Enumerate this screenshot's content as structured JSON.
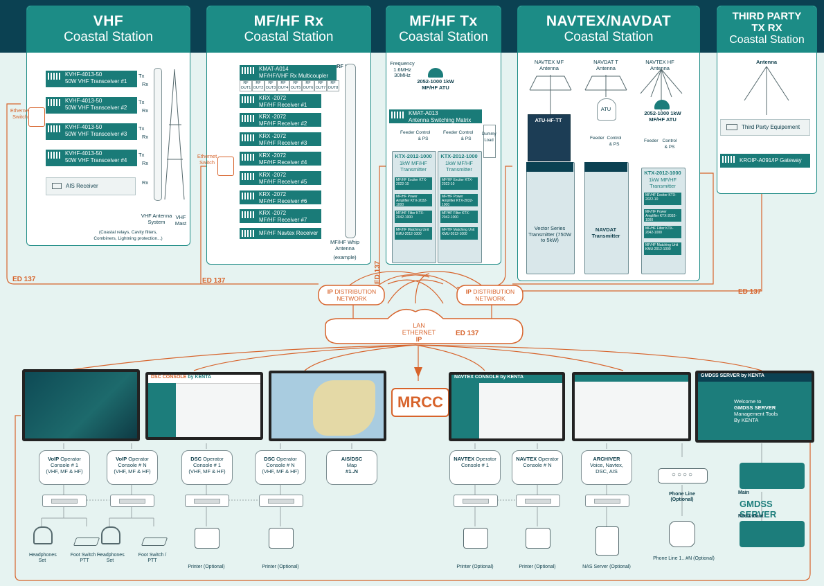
{
  "colors": {
    "teal": "#1c8c86",
    "navy": "#0b4152",
    "orange": "#d7632b",
    "background": "#e6f3f1"
  },
  "stations": {
    "vhf": {
      "title": "VHF",
      "subtitle": "Coastal Station"
    },
    "mfhf_rx": {
      "title": "MF/HF Rx",
      "subtitle": "Coastal Station"
    },
    "mfhf_tx": {
      "title": "MF/HF Tx",
      "subtitle": "Coastal Station"
    },
    "navtex": {
      "title": "NAVTEX/NAVDAT",
      "subtitle": "Coastal Station"
    },
    "third": {
      "title1": "THIRD PARTY",
      "title2": "TX RX",
      "subtitle": "Coastal Station"
    }
  },
  "vhf": {
    "transceivers": [
      {
        "model": "KVHF-4013-50",
        "name": "50W VHF Transceiver #1"
      },
      {
        "model": "KVHF-4013-50",
        "name": "50W VHF Transceiver #2"
      },
      {
        "model": "KVHF-4013-50",
        "name": "50W VHF Transceiver #3"
      },
      {
        "model": "KVHF-4013-50",
        "name": "50W VHF Transceiver #4"
      }
    ],
    "tx": "Tx",
    "rx": "Rx",
    "ais": "AIS Receiver",
    "ethernet_switch": "Ethernet Switch",
    "antenna_system": "VHF Antenna System",
    "antenna_note": "(Coastal relays, Cavity filters, Combiners, Lightning protection...)",
    "mast": "VHF Mast"
  },
  "rx": {
    "multicoupler_model": "KMAT-A014",
    "multicoupler_name": "MF/HF/VHF Rx Multicoupler",
    "rf_in": "RF IN",
    "rf_outs": [
      "RF OUT1",
      "RF OUT2",
      "RF OUT3",
      "RF OUT4",
      "RF OUT5",
      "RF OUT6",
      "RF OUT7",
      "RF OUT8"
    ],
    "receivers": [
      {
        "model": "KRX -2072",
        "name": "MF/HF Receiver #1"
      },
      {
        "model": "KRX -2072",
        "name": "MF/HF Receiver #2"
      },
      {
        "model": "KRX -2072",
        "name": "MF/HF Receiver #3"
      },
      {
        "model": "KRX -2072",
        "name": "MF/HF Receiver #4"
      },
      {
        "model": "KRX -2072",
        "name": "MF/HF Receiver #5"
      },
      {
        "model": "KRX -2072",
        "name": "MF/HF Receiver #6"
      },
      {
        "model": "KRX -2072",
        "name": "MF/HF Receiver #7"
      }
    ],
    "navtex_receiver": "MF/HF Navtex Receiver",
    "ethernet_switch": "Ethernet Switch",
    "whip": "MF/HF Whip Antenna",
    "whip_note": "(example)"
  },
  "tx": {
    "frequency": "Frequency 1.6MHz 30MHz",
    "atu": "2052-1000 1kW MF/HF ATU",
    "matrix_model": "KMAT-A013",
    "matrix_name": "Antenna Switching Matrix",
    "feeder": "Feeder",
    "control": "Control & PS",
    "dummy": "Dummy Load",
    "transmitter_model": "KTX-2012-1000",
    "transmitter_name": "1kW MF/HF Transmitter",
    "modules": [
      "MF/HF Exciter KTX-2022-10",
      "MF/HF Power Amplifier KTX-2032-1000",
      "MF/HF Filter KTX-2042-1000",
      "MF/HF Matching Unit KMU-2012-1000"
    ]
  },
  "navtex": {
    "ant_mf": "NAVTEX MF Antenna",
    "ant_t": "NAVDAT T Antenna",
    "ant_hf": "NAVTEX HF Antenna",
    "atu_tt": "ATU-HF-TT",
    "atu": "ATU",
    "atu_hf": "2052-1000 1kW MF/HF ATU",
    "feeder": "Feeder",
    "control": "Control & PS",
    "vector": "Vector Series Transmitter (750W to 5kW)",
    "navdat": "NAVDAT Transmitter",
    "transmitter_model": "KTX-2012-1000",
    "transmitter_name": "1kW MF/HF Transmitter"
  },
  "third": {
    "antenna": "Antenna",
    "equipment": "Third Party Equipement",
    "gateway": "KROIP-A091/IP Gateway"
  },
  "network": {
    "ip_dist_left": [
      "IP",
      "DISTRIBUTION",
      "NETWORK"
    ],
    "ip_dist_right": [
      "IP",
      "DISTRIBUTION",
      "NETWORK"
    ],
    "lan": [
      "LAN",
      "ETHERNET",
      "IP"
    ],
    "ed137": "ED 137",
    "mrcc": "MRCC"
  },
  "screens": {
    "dsc_title": "DSC CONSOLE",
    "navtex_title": "NAVTEX CONSOLE",
    "gmdss_title": "GMDSS SERVER",
    "by_kenta": "by KENTA",
    "welcome": "Welcome to",
    "welcome2": "GMDSS SERVER",
    "welcome3": "Management Tools",
    "welcome4": "By KENTA"
  },
  "consoles": [
    {
      "b": "VoIP",
      "t": "Operator",
      "n": "Console # 1",
      "d": "(VHF, MF & HF)"
    },
    {
      "b": "VoIP",
      "t": "Operator",
      "n": "Console # N",
      "d": "(VHF, MF & HF)"
    },
    {
      "b": "DSC",
      "t": "Operator",
      "n": "Console # 1",
      "d": "(VHF, MF & HF)"
    },
    {
      "b": "DSC",
      "t": "Operator",
      "n": "Console # N",
      "d": "(VHF, MF & HF)"
    },
    {
      "b": "AIS/DSC",
      "t": "",
      "n": "Map",
      "d": "#1..N"
    },
    {
      "b": "NAVTEX",
      "t": "Operator",
      "n": "Console # 1",
      "d": ""
    },
    {
      "b": "NAVTEX",
      "t": "Operator",
      "n": "Console # N",
      "d": ""
    },
    {
      "b": "ARCHIVER",
      "t": "",
      "n": "Voice, Navtex,",
      "d": "DSC, AIS"
    }
  ],
  "devices": {
    "headphones": "Headphones Set",
    "foot_switch": "Foot Switch / PTT",
    "printer": "Printer (Optional)",
    "nas": "NAS Server (Optional)",
    "phone_line": "Phone Line (Optional)",
    "phone_lines": "Phone Line 1...#N (Optional)",
    "main": "Main",
    "redundant": "Redundant",
    "gmdss_server": "GMDSS SERVER"
  }
}
